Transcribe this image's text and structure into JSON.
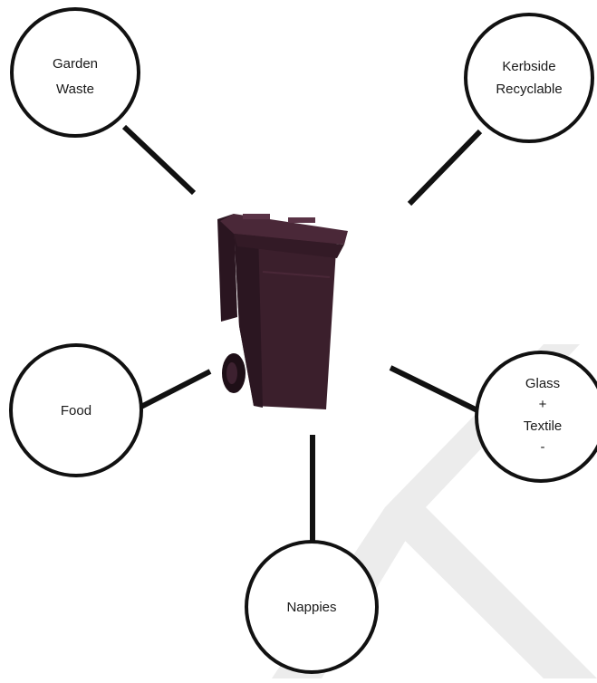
{
  "diagram": {
    "nodes": [
      {
        "id": "garden",
        "lines": [
          "Garden",
          "Waste"
        ]
      },
      {
        "id": "kerbside",
        "lines": [
          "Kerbside",
          "Recyclable"
        ]
      },
      {
        "id": "food",
        "lines": [
          "Food"
        ]
      },
      {
        "id": "glass",
        "lines": [
          "Glass",
          "+",
          "Textile",
          "-"
        ]
      },
      {
        "id": "nappies",
        "lines": [
          "Nappies"
        ]
      }
    ],
    "center": {
      "name": "wheelie-bin",
      "color": "#3a1f2b"
    },
    "watermark_color": "#e6e6e6"
  }
}
